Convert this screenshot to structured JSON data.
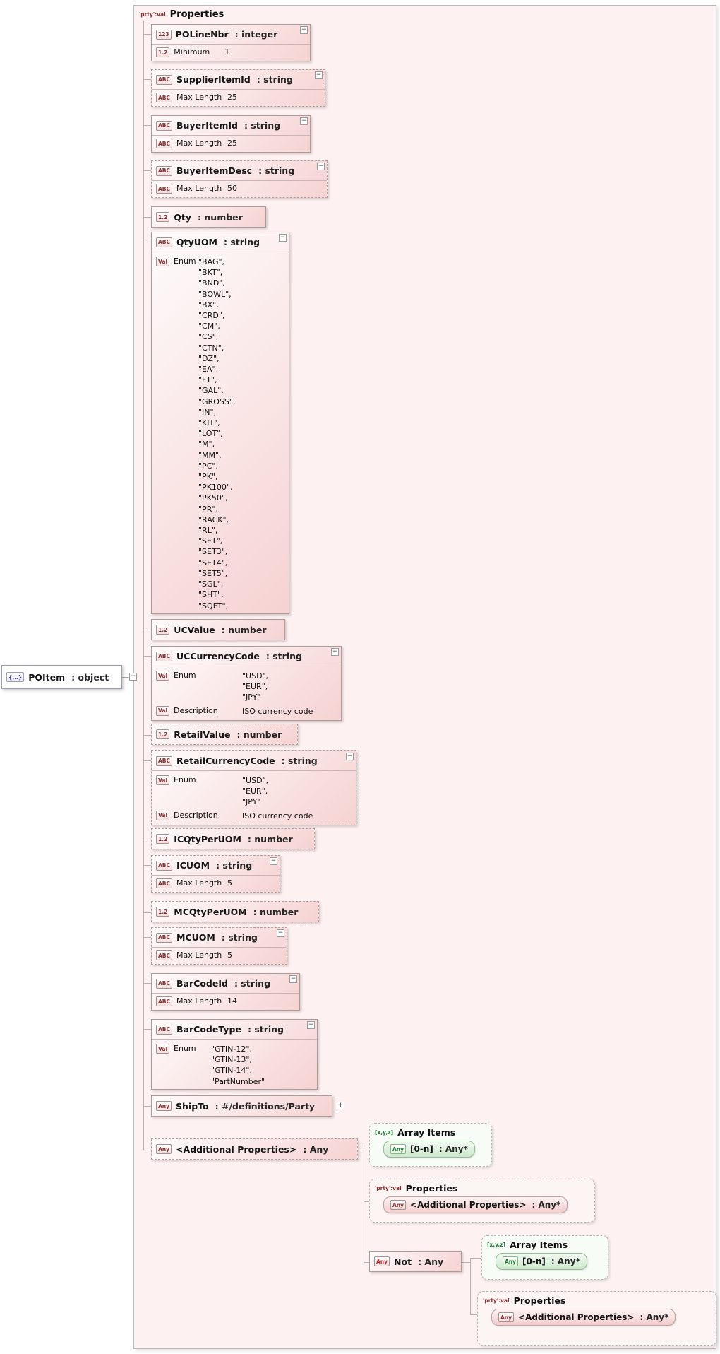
{
  "ui": {
    "collapse": "−",
    "expand": "+"
  },
  "palette": {
    "node_pink": "#f6d2d2",
    "container_pink": "#fdf1f1",
    "any_green": "#1d7a2e",
    "not_red": "#c52222",
    "border_gray": "#ab9c9c"
  },
  "root_node": {
    "icon": "{...}",
    "name": "POItem",
    "type": ": object"
  },
  "container": {
    "icon": "'prty':val",
    "title": "Properties"
  },
  "props": {
    "poLineNbr": {
      "icon": "123",
      "name": "POLineNbr",
      "type": ": integer",
      "facet": {
        "icon": "1.2",
        "label": "Minimum",
        "value": "1"
      }
    },
    "supplierItemId": {
      "icon": "ABC",
      "name": "SupplierItemId",
      "type": ": string",
      "facet": {
        "icon": "ABC",
        "label": "Max Length",
        "value": "25"
      }
    },
    "buyerItemId": {
      "icon": "ABC",
      "name": "BuyerItemId",
      "type": ": string",
      "facet": {
        "icon": "ABC",
        "label": "Max Length",
        "value": "25"
      }
    },
    "buyerItemDesc": {
      "icon": "ABC",
      "name": "BuyerItemDesc",
      "type": ": string",
      "facet": {
        "icon": "ABC",
        "label": "Max Length",
        "value": "50"
      }
    },
    "qty": {
      "icon": "1.2",
      "name": "Qty",
      "type": ": number"
    },
    "qtyUOM": {
      "icon": "ABC",
      "name": "QtyUOM",
      "type": ": string",
      "enum": {
        "icon": "Val",
        "label": "Enum",
        "values": [
          "\"BAG\",",
          "\"BKT\",",
          "\"BND\",",
          "\"BOWL\",",
          "\"BX\",",
          "\"CRD\",",
          "\"CM\",",
          "\"CS\",",
          "\"CTN\",",
          "\"DZ\",",
          "\"EA\",",
          "\"FT\",",
          "\"GAL\",",
          "\"GROSS\",",
          "\"IN\",",
          "\"KIT\",",
          "\"LOT\",",
          "\"M\",",
          "\"MM\",",
          "\"PC\",",
          "\"PK\",",
          "\"PK100\",",
          "\"PK50\",",
          "\"PR\",",
          "\"RACK\",",
          "\"RL\",",
          "\"SET\",",
          "\"SET3\",",
          "\"SET4\",",
          "\"SET5\",",
          "\"SGL\",",
          "\"SHT\",",
          "\"SQFT\","
        ]
      }
    },
    "ucValue": {
      "icon": "1.2",
      "name": "UCValue",
      "type": ": number"
    },
    "ucCurrencyCode": {
      "icon": "ABC",
      "name": "UCCurrencyCode",
      "type": ": string",
      "enum": {
        "icon": "Val",
        "label": "Enum",
        "values": [
          "\"USD\",",
          "\"EUR\",",
          "\"JPY\""
        ]
      },
      "description": {
        "icon": "Val",
        "label": "Description",
        "value": "ISO currency code"
      }
    },
    "retailValue": {
      "icon": "1.2",
      "name": "RetailValue",
      "type": ": number"
    },
    "retailCurrencyCode": {
      "icon": "ABC",
      "name": "RetailCurrencyCode",
      "type": ": string",
      "enum": {
        "icon": "Val",
        "label": "Enum",
        "values": [
          "\"USD\",",
          "\"EUR\",",
          "\"JPY\""
        ]
      },
      "description": {
        "icon": "Val",
        "label": "Description",
        "value": "ISO currency code"
      }
    },
    "icQtyPerUOM": {
      "icon": "1.2",
      "name": "ICQtyPerUOM",
      "type": ": number"
    },
    "icUOM": {
      "icon": "ABC",
      "name": "ICUOM",
      "type": ": string",
      "facet": {
        "icon": "ABC",
        "label": "Max Length",
        "value": "5"
      }
    },
    "mcQtyPerUOM": {
      "icon": "1.2",
      "name": "MCQtyPerUOM",
      "type": ": number"
    },
    "mcUOM": {
      "icon": "ABC",
      "name": "MCUOM",
      "type": ": string",
      "facet": {
        "icon": "ABC",
        "label": "Max Length",
        "value": "5"
      }
    },
    "barCodeId": {
      "icon": "ABC",
      "name": "BarCodeId",
      "type": ": string",
      "facet": {
        "icon": "ABC",
        "label": "Max Length",
        "value": "14"
      }
    },
    "barCodeType": {
      "icon": "ABC",
      "name": "BarCodeType",
      "type": ": string",
      "enum": {
        "icon": "Val",
        "label": "Enum",
        "values": [
          "\"GTIN-12\",",
          "\"GTIN-13\",",
          "\"GTIN-14\",",
          "\"PartNumber\""
        ]
      }
    },
    "shipTo": {
      "icon": "Any",
      "name": "ShipTo",
      "type": ": #/definitions/Party"
    },
    "additionalProperties": {
      "icon": "Any",
      "name": "<Additional Properties>",
      "type": ": Any"
    }
  },
  "subnodes": {
    "arrayItems1": {
      "icon": "[x,y,z]",
      "title": "Array Items",
      "item": {
        "icon": "Any",
        "name": "[0-n]",
        "type": ": Any*"
      }
    },
    "properties1": {
      "icon": "'prty':val",
      "title": "Properties",
      "item": {
        "icon": "Any",
        "name": "<Additional Properties>",
        "type": ": Any*"
      }
    },
    "not": {
      "icon": "Any",
      "name": "Not",
      "type": ": Any"
    },
    "arrayItems2": {
      "icon": "[x,y,z]",
      "title": "Array Items",
      "item": {
        "icon": "Any",
        "name": "[0-n]",
        "type": ": Any*"
      }
    },
    "properties2": {
      "icon": "'prty':val",
      "title": "Properties",
      "item": {
        "icon": "Any",
        "name": "<Additional Properties>",
        "type": ": Any*"
      }
    }
  }
}
